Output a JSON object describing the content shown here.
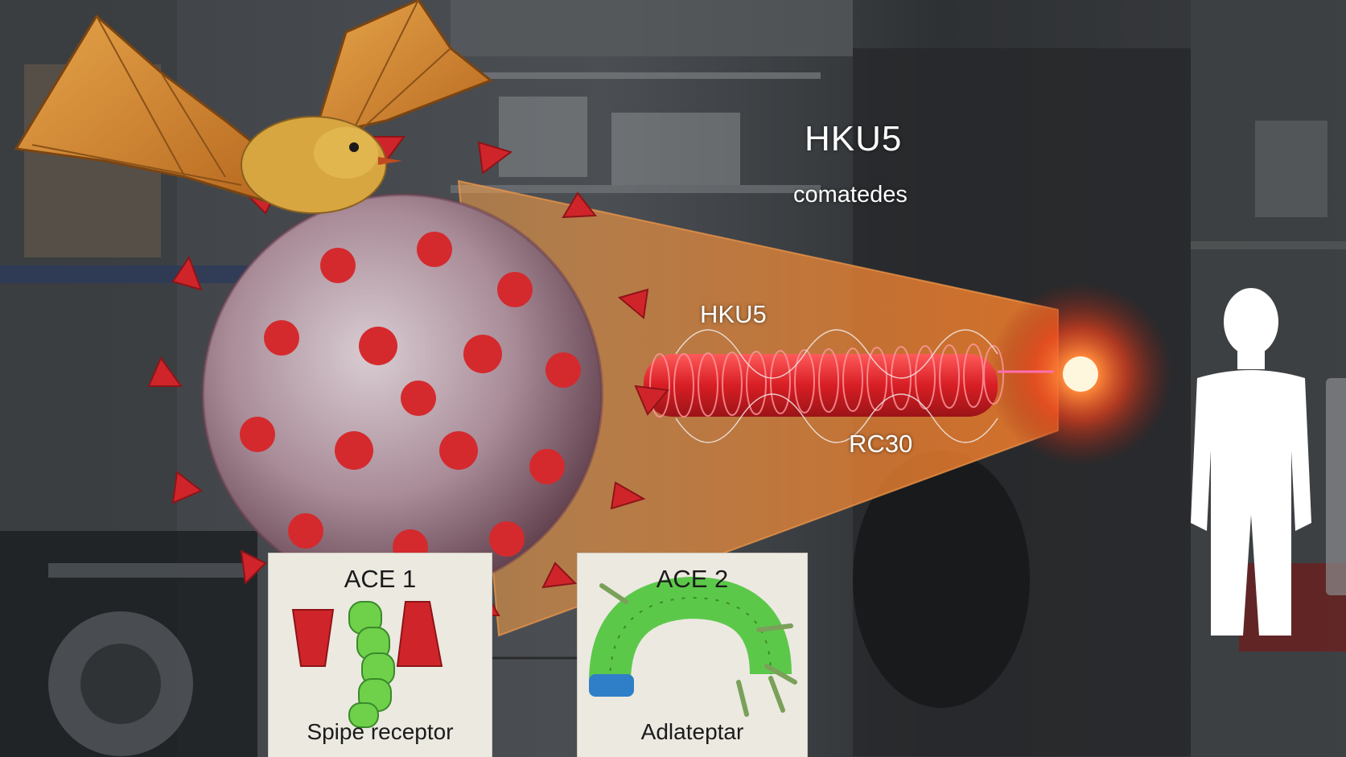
{
  "labels": {
    "title": "HKU5",
    "subtitle": "comatedes",
    "virus_label": "HKU5",
    "tube_label": "RC30"
  },
  "cards": {
    "left": {
      "title": "ACE 1",
      "caption": "Spipe receptor"
    },
    "right": {
      "title": "ACE 2",
      "caption": "Adlateptar"
    }
  },
  "colors": {
    "virus_body": "#9a7c86",
    "spike": "#d0262a",
    "beam": "#f0813a",
    "glow": "#ff5a1e",
    "protein_green": "#5cc84a",
    "protein_blue": "#2f7fc8",
    "bat": "#d69a3a",
    "human": "#ffffff"
  },
  "icons": [
    "bat-icon",
    "virus-icon",
    "human-silhouette-icon",
    "double-arrow-icon"
  ]
}
